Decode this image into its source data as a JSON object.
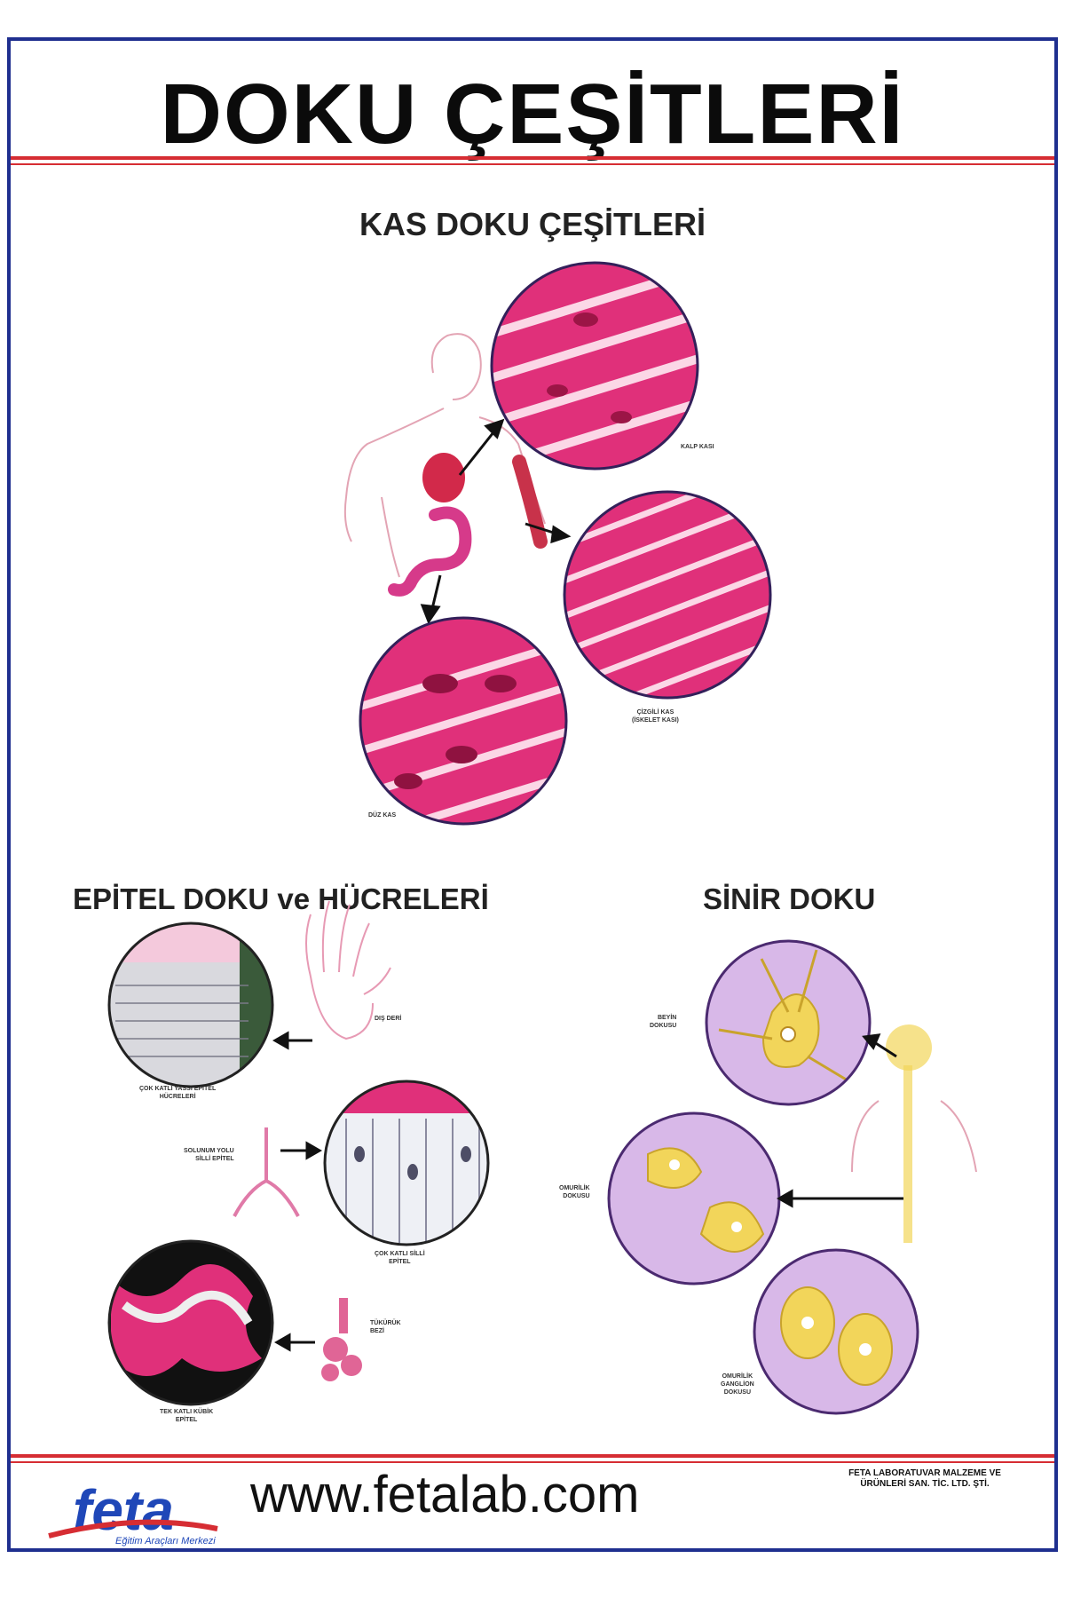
{
  "poster": {
    "title": "DOKU ÇEŞİTLERİ",
    "colors": {
      "frame": "#1f2f8f",
      "rule": "#d62d33",
      "muscle": "#e0307a",
      "nerve_bg": "#d8b8e8",
      "neuron": "#f2d55a",
      "logo": "#1f47b8"
    }
  },
  "sections": {
    "muscle_title": "KAS DOKU ÇEŞİTLERİ",
    "epithelial_title": "EPİTEL DOKU ve HÜCRELERİ",
    "nerve_title": "SİNİR DOKU"
  },
  "labels": {
    "cardiac": "KALP KASI",
    "skeletal": "ÇİZGİLİ KAS\n(İSKELET KASI)",
    "smooth": "DÜZ KAS",
    "epi_skin_cap": "ÇOK KATLI YASSI EPİTEL\nHÜCRELERİ",
    "epi_skin": "DIŞ DERİ",
    "epi_trachea_cap": "ÇOK KATLI SİLLİ\nEPİTEL",
    "epi_trachea": "SOLUNUM YOLU\nSİLLİ EPİTEL",
    "epi_gland_cap": "TEK KATLI KÜBİK\nEPİTEL",
    "epi_gland": "TÜKÜRÜK\nBEZİ",
    "nerve_brain": "BEYİN\nDOKUSU",
    "nerve_spinal": "OMURİLİK\nDOKUSU",
    "nerve_ganglion": "OMURİLİK\nGANGLİON\nDOKUSU"
  },
  "footer": {
    "logo": "feta",
    "logo_sub": "Eğitim Araçları Merkezi",
    "url": "www.fetalab.com",
    "company": "FETA LABORATUVAR MALZEME VE\nÜRÜNLERİ SAN. TİC. LTD. ŞTİ."
  }
}
